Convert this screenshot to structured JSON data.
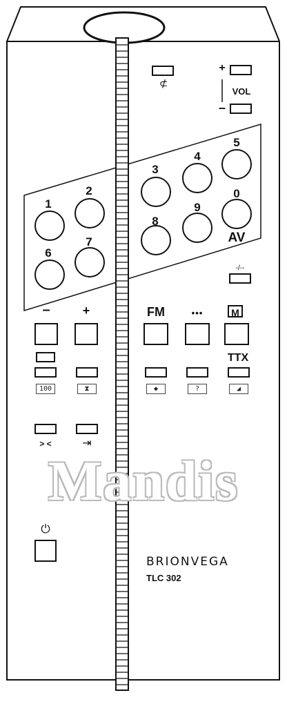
{
  "remote": {
    "brand": "BRIONVEGA",
    "model": "TLC 302",
    "watermark": "Mandis",
    "top_controls": {
      "mute_icon": "mute-speaker-icon",
      "vol_plus": "+",
      "vol_minus": "–",
      "vol_label": "VOL"
    },
    "number_keys": [
      {
        "label": "1"
      },
      {
        "label": "2"
      },
      {
        "label": "6"
      },
      {
        "label": "7"
      },
      {
        "label": "3"
      },
      {
        "label": "4"
      },
      {
        "label": "5"
      },
      {
        "label": "8"
      },
      {
        "label": "9"
      },
      {
        "label": "0"
      }
    ],
    "av_label": "AV",
    "digit_toggle_label": "-/--",
    "row1_labels": {
      "minus": "–",
      "plus": "+",
      "fm": "FM",
      "dots": "•••",
      "m": "M"
    },
    "ttx_label": "TTX",
    "teletext_icons": {
      "i100": "100",
      "hold": "hold-icon",
      "reveal": "?",
      "mix": "mix-icon",
      "subpage": "subpage-icon",
      "stop": "stop-icon"
    },
    "small_row2_labels": {
      "left": "> <",
      "right": "input-icon"
    },
    "power_icon": "power-icon"
  }
}
